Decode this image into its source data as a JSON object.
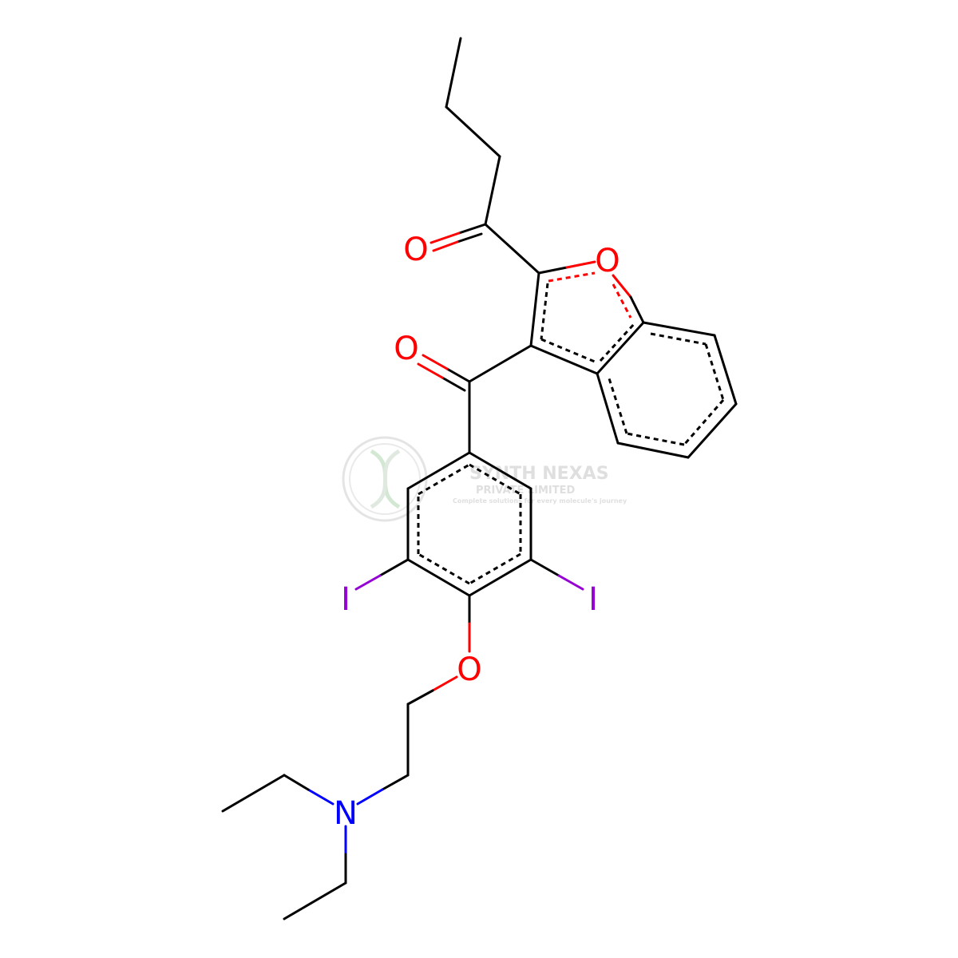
{
  "atoms": {
    "O_ketone": "O",
    "O_furan": "O",
    "O_carbonyl": "O",
    "I_left": "I",
    "I_right": "I",
    "O_ether": "O",
    "N_amine": "N"
  },
  "colors": {
    "oxygen": "#ff0000",
    "iodine": "#9400d3",
    "nitrogen": "#0000ff",
    "bond": "#000000",
    "watermark": "#dcdcdc"
  },
  "watermark": {
    "line1": "SYNTH NEXAS",
    "line2": "PRIVATE LIMITED",
    "line3": "Complete solutions for every molecule's journey",
    "logo_icon": "dna-helix-icon"
  }
}
